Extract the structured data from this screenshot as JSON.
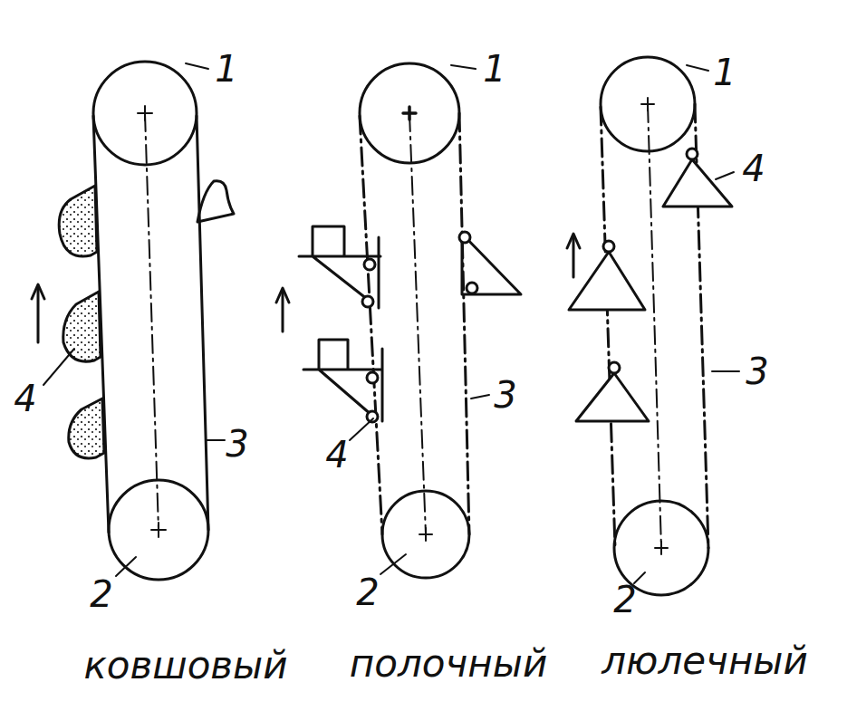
{
  "diagram": {
    "labels": [
      "1",
      "4",
      "3",
      "2",
      "ковшовый",
      "1",
      "3",
      "4",
      "2",
      "полочный",
      "1",
      "4",
      "3",
      "2",
      "люлечный"
    ]
  }
}
